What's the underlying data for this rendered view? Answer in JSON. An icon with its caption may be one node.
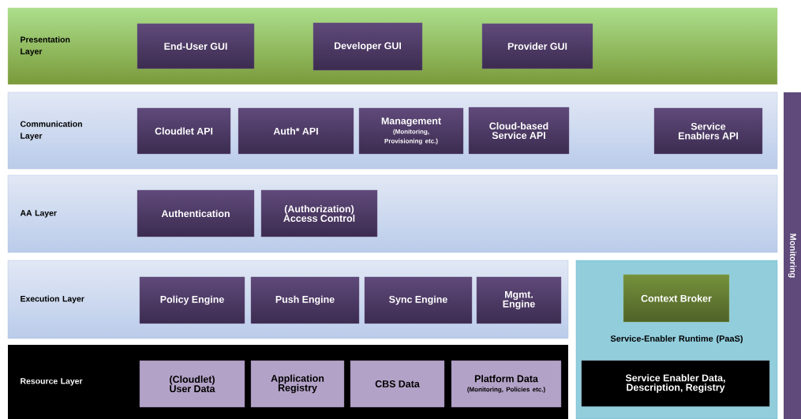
{
  "diagram": {
    "nodes": [
      {
        "text": [
          "Presentation Layer"
        ]
      },
      {
        "text": [
          "End-User GUI"
        ],
        "in": 0
      },
      {
        "text": [
          "Developer GUI"
        ],
        "in": 0
      },
      {
        "text": [
          "Provider GUI"
        ],
        "in": 0
      },
      {
        "text": [
          "Communication Layer"
        ]
      },
      {
        "text": [
          "Cloudlet API"
        ],
        "in": 4
      },
      {
        "text": [
          "Auth* API"
        ],
        "in": 4
      },
      {
        "text": [
          "Management",
          "(Monitoring, Provisioning etc.)"
        ],
        "in": 4
      },
      {
        "text": [
          "Cloud-based Service API"
        ],
        "in": 4
      },
      {
        "text": [
          "Service Enablers API"
        ],
        "in": 4
      },
      {
        "text": [
          "AA Layer"
        ]
      },
      {
        "text": [
          "Authentication"
        ],
        "in": 10
      },
      {
        "text": [
          "(Authorization) Access Control"
        ],
        "in": 10
      },
      {
        "text": [
          "Execution Layer"
        ]
      },
      {
        "text": [
          "Policy Engine"
        ],
        "in": 13
      },
      {
        "text": [
          "Push Engine"
        ],
        "in": 13
      },
      {
        "text": [
          "Sync Engine"
        ],
        "in": 13
      },
      {
        "text": [
          "Mgmt. Engine"
        ],
        "in": 13
      },
      {
        "text": [
          "Resource Layer"
        ]
      },
      {
        "text": [
          "(Cloudlet) User Data"
        ],
        "in": 18
      },
      {
        "text": [
          "Application Registry"
        ],
        "in": 18
      },
      {
        "text": [
          "CBS Data"
        ],
        "in": 18
      },
      {
        "text": [
          "Platform Data",
          "(Monitoring, Policies etc.)"
        ],
        "in": 18
      },
      {
        "text": [
          "Service-Enabler Runtime (PaaS)"
        ]
      },
      {
        "text": [
          "Context Broker"
        ],
        "in": 23
      },
      {
        "text": [
          "Service Enabler Data, Description, Registry"
        ],
        "in": 23
      },
      {
        "text": [
          "Monitoring"
        ]
      }
    ]
  }
}
